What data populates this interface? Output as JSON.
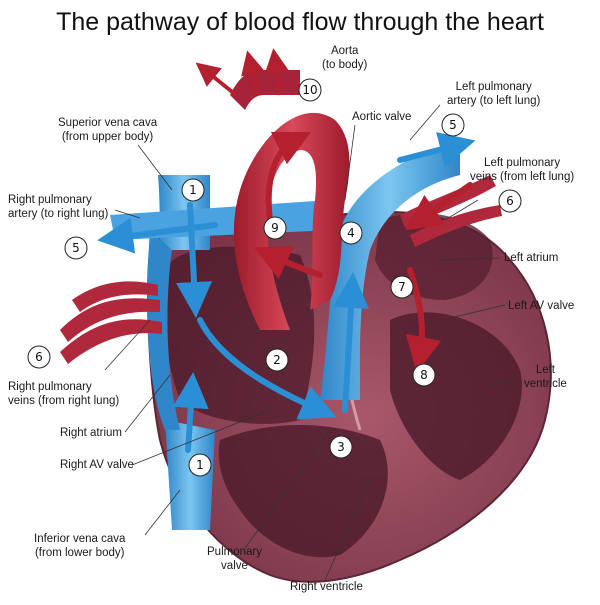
{
  "title": "The pathway of blood flow through the heart",
  "labels": {
    "aorta": [
      "Aorta",
      "(to body)"
    ],
    "aortic_valve": "Aortic valve",
    "left_pulmonary_artery": [
      "Left pulmonary",
      "artery (to left lung)"
    ],
    "superior_vena_cava": [
      "Superior vena cava",
      "(from upper body)"
    ],
    "left_pulmonary_veins": [
      "Left pulmonary",
      "veins (from left lung)"
    ],
    "right_pulmonary_artery": [
      "Right pulmonary",
      "artery (to right lung)"
    ],
    "left_atrium": "Left atrium",
    "left_av_valve": "Left AV valve",
    "left_ventricle": [
      "Left",
      "ventricle"
    ],
    "right_pulmonary_veins": [
      "Right pulmonary",
      "veins (from right lung)"
    ],
    "right_atrium": "Right atrium",
    "right_av_valve": "Right AV valve",
    "inferior_vena_cava": [
      "Inferior vena cava",
      "(from lower body)"
    ],
    "pulmonary_valve": [
      "Pulmonary",
      "valve"
    ],
    "right_ventricle": "Right ventricle"
  },
  "steps": {
    "s1a": "1",
    "s1b": "1",
    "s2": "2",
    "s3": "3",
    "s4": "4",
    "s5a": "5",
    "s5b": "5",
    "s6a": "6",
    "s6b": "6",
    "s7": "7",
    "s8": "8",
    "s9": "9",
    "s10": "10"
  }
}
